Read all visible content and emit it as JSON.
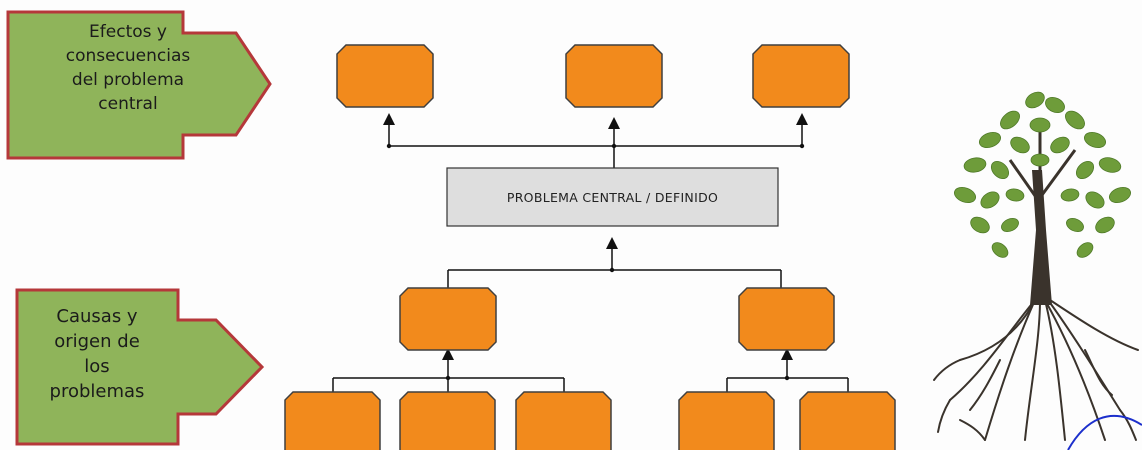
{
  "diagram": {
    "effects_arrow": {
      "lines": [
        "Efectos y",
        "consecuencias",
        "del problema",
        "central"
      ]
    },
    "causes_arrow": {
      "lines": [
        "Causas y",
        "origen de",
        "los",
        "problemas"
      ]
    },
    "central_problem": {
      "label": "PROBLEMA CENTRAL / DEFINIDO"
    }
  },
  "colors": {
    "arrow_fill": "#8fb45a",
    "arrow_border": "#b5383a",
    "box_fill": "#f28a1c",
    "box_border": "#3f3f3f",
    "central_fill": "#dedede",
    "tree_leaf": "#6e9c3a",
    "tree_trunk": "#3a332c"
  },
  "icons": {
    "tree": "tree-with-roots-icon"
  }
}
